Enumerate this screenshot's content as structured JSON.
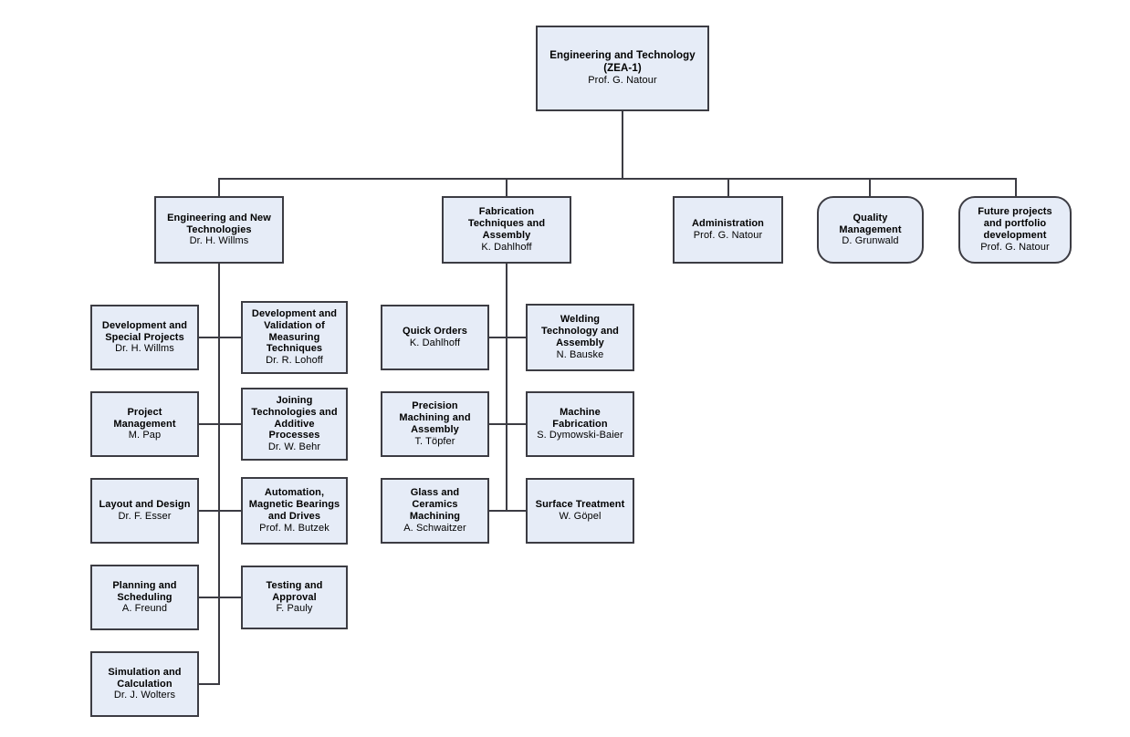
{
  "chart": {
    "kind": "organizational-chart",
    "colors": {
      "node_fill": "#e6ecf7",
      "node_border": "#3c3c43",
      "connector": "#3c3c43",
      "background": "#ffffff",
      "text": "#000000"
    }
  },
  "root": {
    "title": "Engineering and Technology\n(ZEA-1)",
    "person": "Prof. G. Natour"
  },
  "divisions": [
    {
      "id": "engineering-and-new-technologies",
      "title": "Engineering and New\nTechnologies",
      "person": "Dr. H. Willms",
      "shape": "rect"
    },
    {
      "id": "fabrication-techniques-and-assembly",
      "title": "Fabrication\nTechniques and\nAssembly",
      "person": "K. Dahlhoff",
      "shape": "rect"
    },
    {
      "id": "administration",
      "title": "Administration",
      "person": "Prof. G. Natour",
      "shape": "rect"
    },
    {
      "id": "quality-management",
      "title": "Quality\nManagement",
      "person": "D. Grunwald",
      "shape": "rounded"
    },
    {
      "id": "future-projects-and-portfolio-development",
      "title": "Future projects\nand portfolio\ndevelopment",
      "person": "Prof. G. Natour",
      "shape": "rounded"
    }
  ],
  "engineering_groups": {
    "left": [
      {
        "id": "development-and-special-projects",
        "title": "Development and\nSpecial Projects",
        "person": "Dr. H. Willms"
      },
      {
        "id": "project-management",
        "title": "Project\nManagement",
        "person": "M. Pap"
      },
      {
        "id": "layout-and-design",
        "title": "Layout and Design",
        "person": "Dr. F. Esser"
      },
      {
        "id": "planning-and-scheduling",
        "title": "Planning and\nScheduling",
        "person": "A. Freund"
      },
      {
        "id": "simulation-and-calculation",
        "title": "Simulation and\nCalculation",
        "person": "Dr. J. Wolters"
      }
    ],
    "right": [
      {
        "id": "development-and-validation-of-measuring-techniques",
        "title": "Development and\nValidation of\nMeasuring\nTechniques",
        "person": "Dr. R. Lohoff"
      },
      {
        "id": "joining-technologies-and-additive-processes",
        "title": "Joining\nTechnologies and\nAdditive\nProcesses",
        "person": "Dr. W. Behr"
      },
      {
        "id": "automation-magnetic-bearings-and-drives",
        "title": "Automation,\nMagnetic Bearings\nand Drives",
        "person": "Prof. M. Butzek"
      },
      {
        "id": "testing-and-approval",
        "title": "Testing and\nApproval",
        "person": "F. Pauly"
      }
    ]
  },
  "fabrication_groups": {
    "left": [
      {
        "id": "quick-orders",
        "title": "Quick Orders",
        "person": "K. Dahlhoff"
      },
      {
        "id": "precision-machining-and-assembly",
        "title": "Precision\nMachining and\nAssembly",
        "person": "T. Töpfer"
      },
      {
        "id": "glass-and-ceramics-machining",
        "title": "Glass and\nCeramics\nMachining",
        "person": "A. Schwaitzer"
      }
    ],
    "right": [
      {
        "id": "welding-technology-and-assembly",
        "title": "Welding\nTechnology and\nAssembly",
        "person": "N. Bauske"
      },
      {
        "id": "machine-fabrication",
        "title": "Machine\nFabrication",
        "person": "S. Dymowski-Baier"
      },
      {
        "id": "surface-treatment",
        "title": "Surface Treatment",
        "person": "W. Göpel"
      }
    ]
  }
}
